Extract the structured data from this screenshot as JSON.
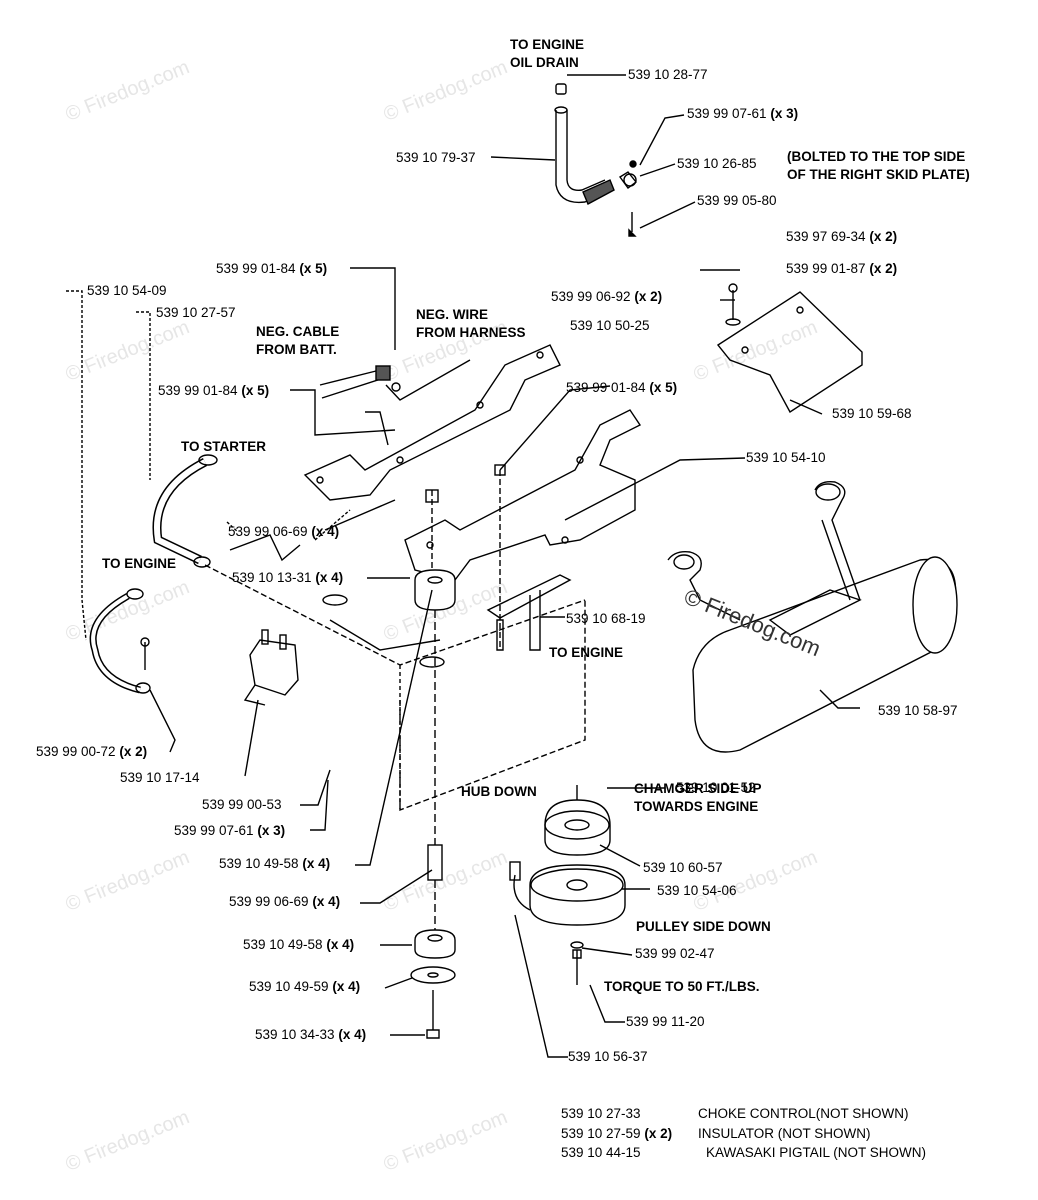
{
  "watermark": "© Firedog.com",
  "center_watermark": "© Firedog.com",
  "notes": {
    "to_engine_oil_drain_1": "TO ENGINE",
    "to_engine_oil_drain_2": "OIL DRAIN",
    "bolted_1": "(BOLTED TO THE TOP SIDE",
    "bolted_2": "OF THE RIGHT SKID PLATE)",
    "neg_cable_1": "NEG. CABLE",
    "neg_cable_2": "FROM BATT.",
    "neg_wire_1": "NEG. WIRE",
    "neg_wire_2": "FROM HARNESS",
    "to_starter": "TO STARTER",
    "to_engine_left": "TO ENGINE",
    "to_engine_mid": "TO ENGINE",
    "hub_down": "HUB DOWN",
    "chamger_1": "CHAMGER SIDE UP",
    "chamger_2": "TOWARDS ENGINE",
    "pulley_side_down": "PULLEY SIDE DOWN",
    "torque": "TORQUE TO 50 FT./LBS."
  },
  "parts": {
    "p_2877": {
      "num": "539 10 28-77",
      "qty": ""
    },
    "p_0761_top": {
      "num": "539 99 07-61",
      "qty": "(x 3)"
    },
    "p_2685": {
      "num": "539 10 26-85",
      "qty": ""
    },
    "p_7937": {
      "num": "539 10 79-37",
      "qty": ""
    },
    "p_0580": {
      "num": "539 99 05-80",
      "qty": ""
    },
    "p_6934": {
      "num": "539 97 69-34",
      "qty": "(x 2)"
    },
    "p_0187": {
      "num": "539 99 01-87",
      "qty": "(x 2)"
    },
    "p_0692": {
      "num": "539 99 06-92",
      "qty": "(x 2)"
    },
    "p_0184_a": {
      "num": "539 99 01-84",
      "qty": "(x 5)"
    },
    "p_5409": {
      "num": "539 10 54-09",
      "qty": ""
    },
    "p_2757": {
      "num": "539 10 27-57",
      "qty": ""
    },
    "p_5025": {
      "num": "539 10 50-25",
      "qty": ""
    },
    "p_0184_b": {
      "num": "539 99 01-84",
      "qty": "(x 5)"
    },
    "p_0184_c": {
      "num": "539 99 01-84",
      "qty": "(x 5)"
    },
    "p_5968": {
      "num": "539 10 59-68",
      "qty": ""
    },
    "p_5410": {
      "num": "539 10 54-10",
      "qty": ""
    },
    "p_0669_a": {
      "num": "539 99 06-69",
      "qty": "(x 4)"
    },
    "p_1331": {
      "num": "539 10 13-31",
      "qty": "(x 4)"
    },
    "p_6819": {
      "num": "539 10 68-19",
      "qty": ""
    },
    "p_5897": {
      "num": "539 10 58-97",
      "qty": ""
    },
    "p_0072": {
      "num": "539 99 00-72",
      "qty": "(x 2)"
    },
    "p_1714": {
      "num": "539 10 17-14",
      "qty": ""
    },
    "p_0053": {
      "num": "539 99 00-53",
      "qty": ""
    },
    "p_0761_b": {
      "num": "539 99 07-61",
      "qty": "(x 3)"
    },
    "p_0152": {
      "num": "539 10 01-52",
      "qty": ""
    },
    "p_4958_a": {
      "num": "539 10 49-58",
      "qty": "(x 4)"
    },
    "p_6057": {
      "num": "539 10 60-57",
      "qty": ""
    },
    "p_5406": {
      "num": "539 10 54-06",
      "qty": ""
    },
    "p_0669_b": {
      "num": "539 99 06-69",
      "qty": "(x 4)"
    },
    "p_4958_b": {
      "num": "539 10 49-58",
      "qty": "(x 4)"
    },
    "p_0247": {
      "num": "539 99 02-47",
      "qty": ""
    },
    "p_4959": {
      "num": "539 10 49-59",
      "qty": "(x 4)"
    },
    "p_1120": {
      "num": "539 99 11-20",
      "qty": ""
    },
    "p_3433": {
      "num": "539 10 34-33",
      "qty": "(x 4)"
    },
    "p_5637": {
      "num": "539 10 56-37",
      "qty": ""
    }
  },
  "footer": [
    {
      "num": "539 10 27-33",
      "qty": "",
      "desc": "CHOKE CONTROL(NOT SHOWN)"
    },
    {
      "num": "539 10 27-59",
      "qty": "(x 2)",
      "desc": "INSULATOR (NOT SHOWN)"
    },
    {
      "num": "539 10 44-15",
      "qty": "",
      "desc": "KAWASAKI PIGTAIL (NOT SHOWN)"
    }
  ]
}
